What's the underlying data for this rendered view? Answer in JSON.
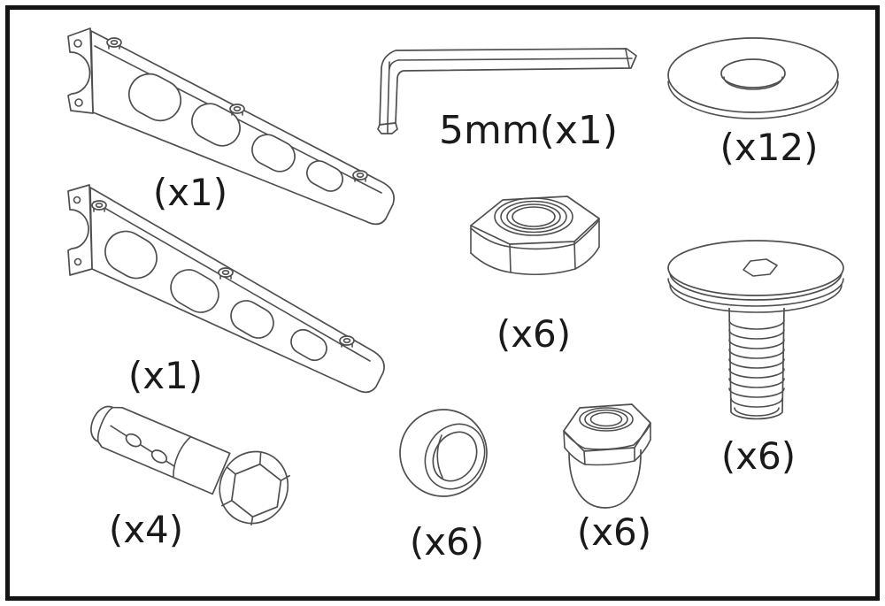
{
  "page": {
    "type": "hardware-parts-diagram",
    "background_color": "#ffffff",
    "line_color": "#4f4f4f",
    "text_color": "#1a1a1a",
    "border_color": "#141414"
  },
  "parts": [
    {
      "name": "wall bracket top",
      "qty_label": "(x1)"
    },
    {
      "name": "allen key 5mm",
      "qty_label": "5mm(x1)"
    },
    {
      "name": "flat washer",
      "qty_label": "(x12)"
    },
    {
      "name": "wall bracket bottom",
      "qty_label": "(x1)"
    },
    {
      "name": "hex nut",
      "qty_label": "(x6)"
    },
    {
      "name": "flat head socket bolt",
      "qty_label": "(x6)"
    },
    {
      "name": "expansion anchor bolt",
      "qty_label": "(x4)"
    },
    {
      "name": "spacer bushing",
      "qty_label": "(x6)"
    },
    {
      "name": "cap nut",
      "qty_label": "(x6)"
    }
  ]
}
